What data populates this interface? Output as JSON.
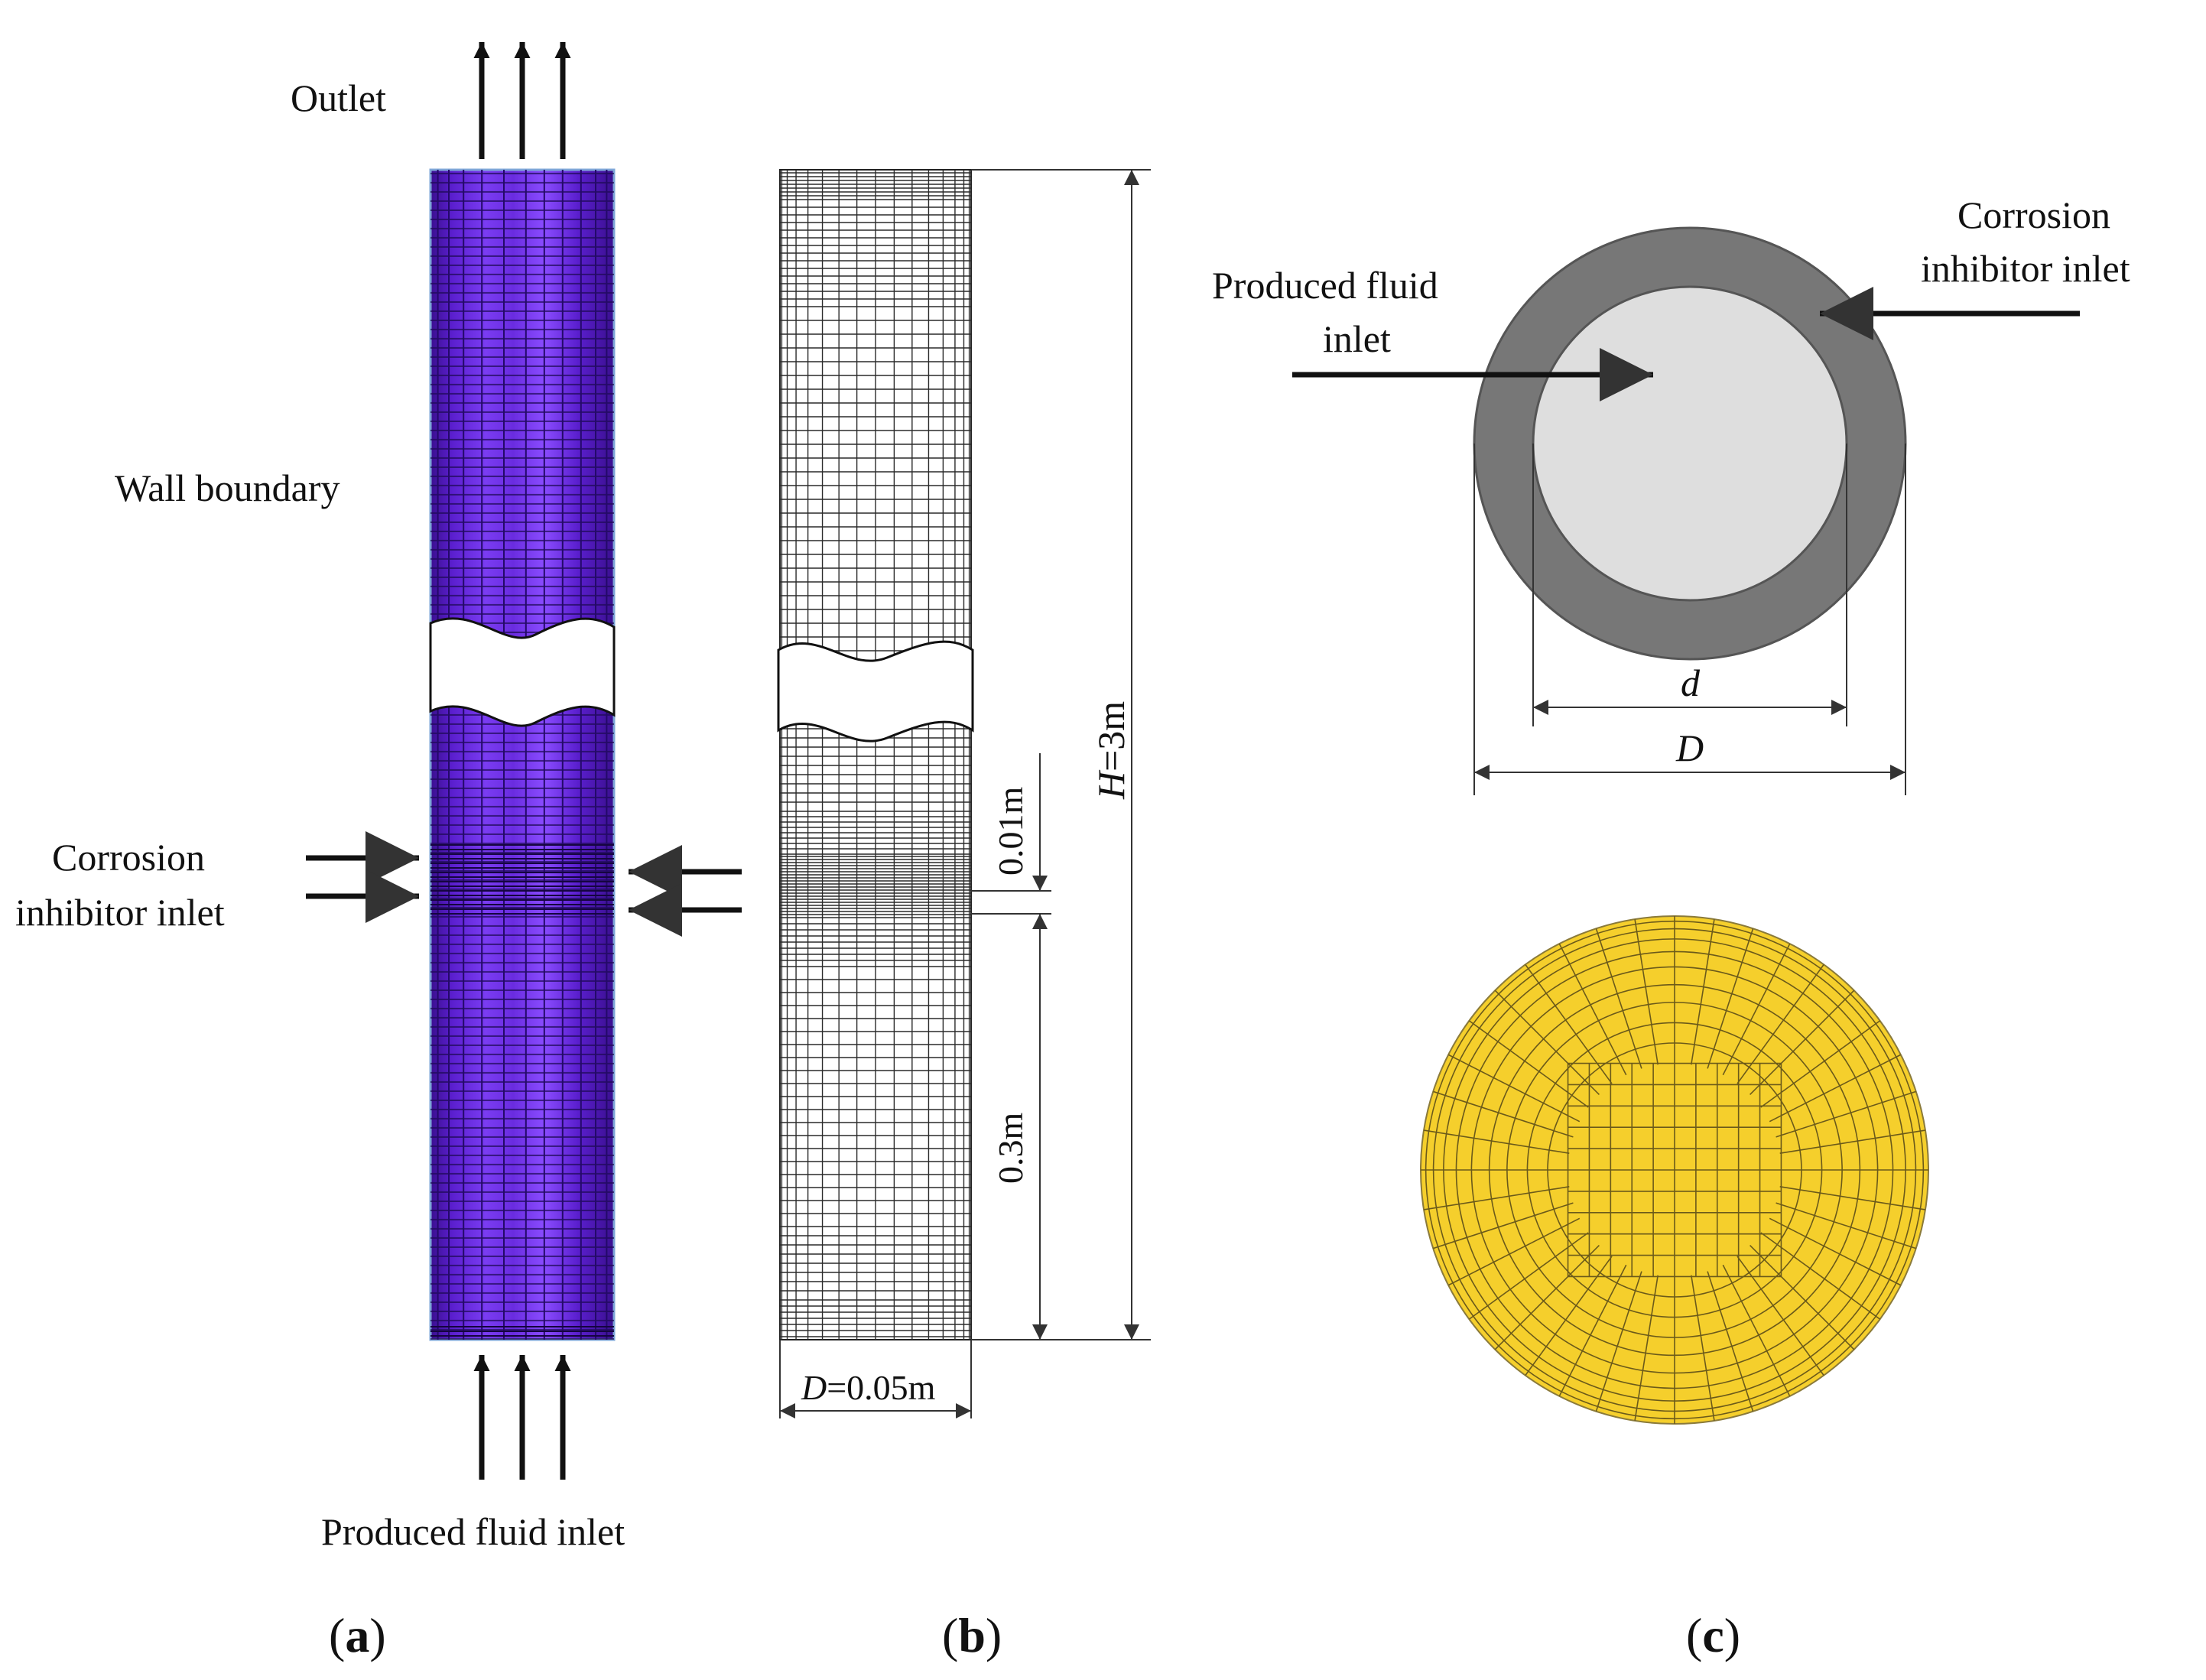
{
  "panel_a": {
    "outlet": "Outlet",
    "wall_boundary": "Wall boundary",
    "corrosion_inhibitor_inlet_line1": "Corrosion",
    "corrosion_inhibitor_inlet_line2": "inhibitor inlet",
    "produced_fluid_inlet": "Produced fluid inlet",
    "caption_letter": "a",
    "colors": {
      "tube": "#5b1fcf",
      "tube_dark": "#3a0f8f",
      "tube_light": "#8a4cff"
    }
  },
  "panel_b": {
    "height_label": "=3m",
    "height_symbol": "H",
    "diameter_label": "=0.05m",
    "diameter_symbol": "D",
    "gap_label": "0.01m",
    "lower_label": "0.3m",
    "caption_letter": "b"
  },
  "panel_c": {
    "produced_fluid_inlet_line1": "Produced fluid",
    "produced_fluid_inlet_line2": "inlet",
    "corrosion_inhibitor_inlet_line1": "Corrosion",
    "corrosion_inhibitor_inlet_line2": "inhibitor inlet",
    "inner_diameter_symbol": "d",
    "outer_diameter_symbol": "D",
    "caption_letter": "c",
    "colors": {
      "annulus": "#777777",
      "core": "#dedede",
      "mesh_fill": "#f5cf2c",
      "mesh_line": "#6b5a1a"
    }
  }
}
